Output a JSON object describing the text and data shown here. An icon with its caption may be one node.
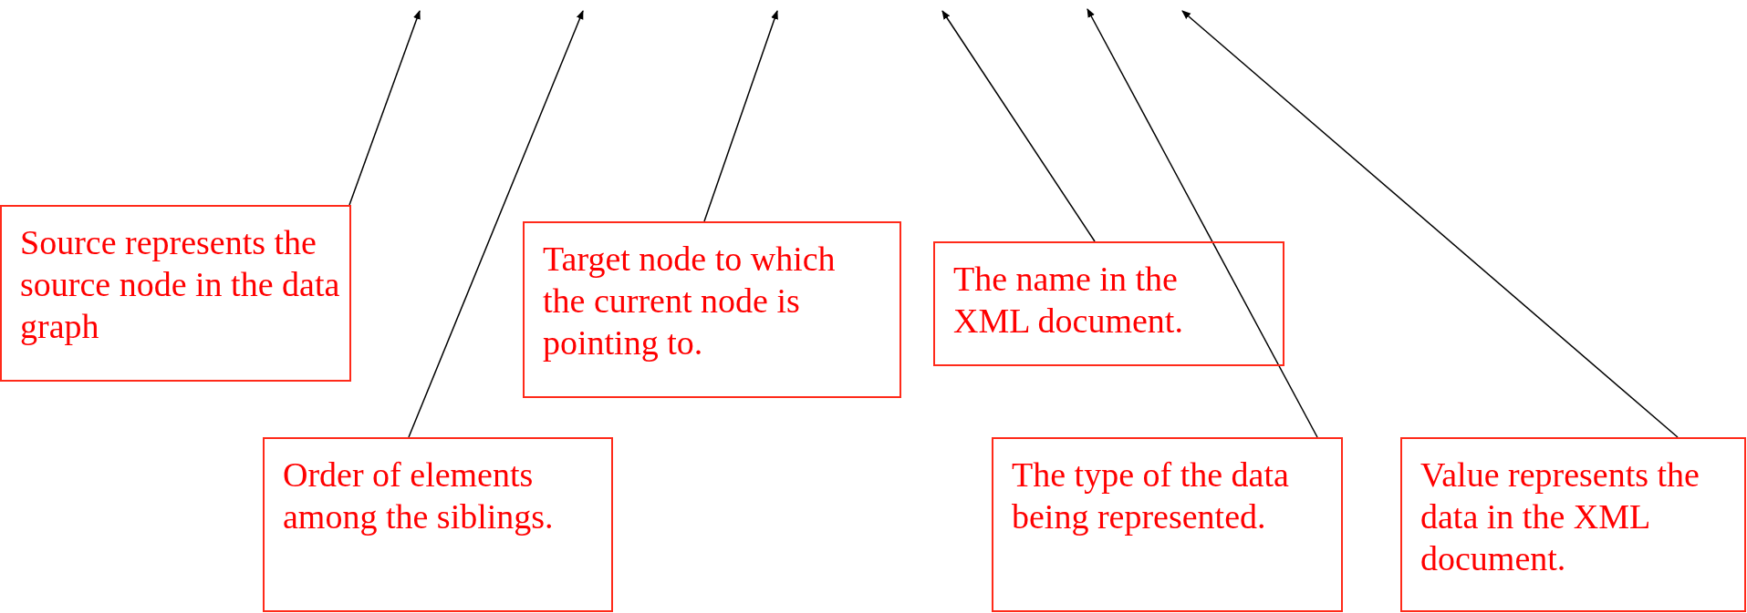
{
  "diagram": {
    "nodes": [
      {
        "text": [
          "Source represents the source node in the data graph"
        ]
      },
      {
        "text": [
          "Target node to which the current node is pointing to."
        ]
      },
      {
        "text": [
          "The name in the XML document."
        ]
      },
      {
        "text": [
          "Order of elements among the siblings."
        ]
      },
      {
        "text": [
          "The type of the data being represented."
        ]
      },
      {
        "text": [
          "Value represents the data in the XML document."
        ]
      }
    ],
    "edges": [
      {
        "from": 0,
        "to": null,
        "arrow": "to"
      },
      {
        "from": 3,
        "to": null,
        "arrow": "to"
      },
      {
        "from": 1,
        "to": null,
        "arrow": "to"
      },
      {
        "from": 2,
        "to": null,
        "arrow": "to"
      },
      {
        "from": 4,
        "to": null,
        "arrow": "to"
      },
      {
        "from": 5,
        "to": null,
        "arrow": "to"
      }
    ]
  }
}
